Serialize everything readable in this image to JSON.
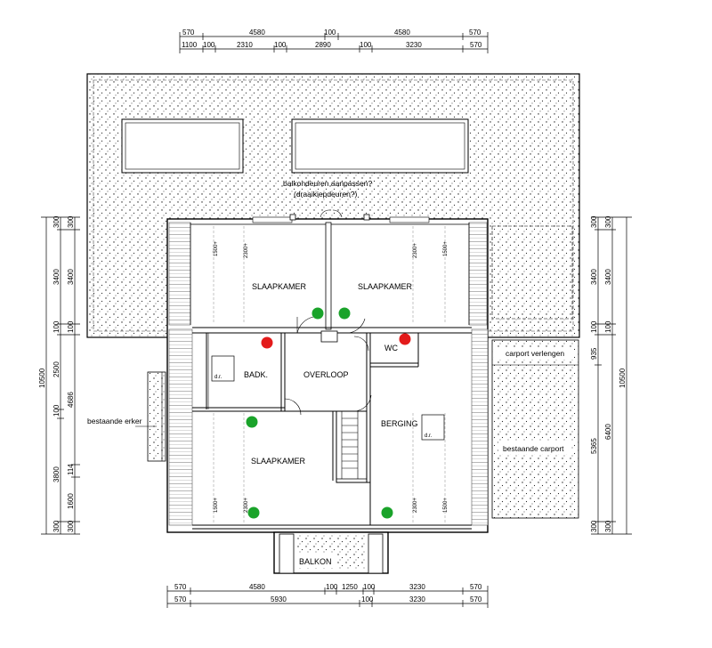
{
  "dimensions": {
    "top_row1": [
      "570",
      "4580",
      "100",
      "4580",
      "570"
    ],
    "top_row2": [
      "1100",
      "100",
      "2310",
      "100",
      "2890",
      "100",
      "3230",
      "570"
    ],
    "bottom_row1": [
      "570",
      "4580",
      "100",
      "1250",
      "100",
      "3230",
      "570"
    ],
    "bottom_row2": [
      "570",
      "5930",
      "100",
      "3230",
      "570"
    ],
    "left_outer": [
      "10500"
    ],
    "left_mid": [
      "300",
      "3400",
      "100",
      "2500",
      "100",
      "3800",
      "300"
    ],
    "left_inner": [
      "300",
      "3400",
      "100",
      "4686",
      "114",
      "1600",
      "300"
    ],
    "right_inner": [
      "300",
      "3400",
      "100",
      "935",
      "5365",
      "300"
    ],
    "right_mid": [
      "300",
      "3400",
      "100",
      "6400",
      "300"
    ],
    "right_outer": [
      "10500"
    ]
  },
  "rooms": {
    "slaapkamer_tl": "SLAAPKAMER",
    "slaapkamer_tr": "SLAAPKAMER",
    "badk": "BADK.",
    "overloop": "OVERLOOP",
    "wc": "WC",
    "berging": "BERGING",
    "slaapkamer_bl": "SLAAPKAMER",
    "balkon": "BALKON"
  },
  "annotations": {
    "balkondeuren": "balkondeuren aanpassen?",
    "draaikiep": "(draaikiepdeuren?)",
    "carport_verlengen": "carport verlengen",
    "bestaande_carport": "bestaande carport",
    "bestaande_erker": "bestaande erker",
    "dr1": "d.r.",
    "dr2": "d.r."
  },
  "heights": {
    "h1500": "1500+",
    "h2300": "2300+"
  },
  "markers": {
    "green": "#1aa32a",
    "red": "#e31b1b"
  }
}
